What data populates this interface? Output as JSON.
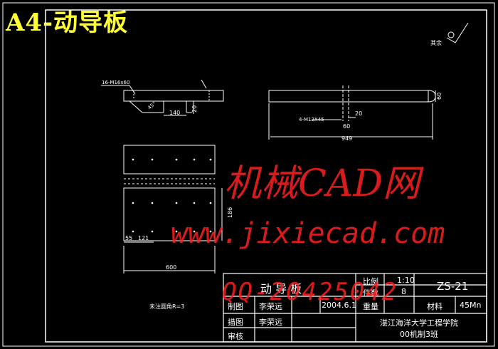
{
  "sheet_title": "A4-动导板",
  "surface_note": "其余",
  "front_view": {
    "thread_callout": "16-M16x60",
    "dim_140": "140",
    "dim_20": "20",
    "dim_angle": "45°"
  },
  "side_view": {
    "thread_callout": "4-M12X45",
    "dim_60": "60",
    "dim_20": "20",
    "dim_949": "949",
    "dim_height": "60"
  },
  "plan_view": {
    "dim_55": "55",
    "dim_121": "121",
    "dim_600": "600",
    "dim_186": "186"
  },
  "note": "未注圆角R=3",
  "title_block": {
    "part_name": "动 导 板",
    "scale_label": "比例",
    "scale_value": "1:10",
    "drawing_no": "ZS-21",
    "qty_label": "件数",
    "qty_value": "8",
    "weight_label": "重量",
    "material_label": "材料",
    "material_value": "45Mn",
    "drawn_label": "制图",
    "drawn_by": "李荣远",
    "drawn_date": "2004.6.1",
    "traced_label": "描图",
    "traced_by": "李荣远",
    "checked_label": "审核",
    "school": "湛江海洋大学工程学院",
    "class_name": "00机制3班"
  },
  "watermarks": {
    "line1": "机械CAD网",
    "line2": "www.jixiecad.com",
    "line3": "QQ-20425042"
  }
}
